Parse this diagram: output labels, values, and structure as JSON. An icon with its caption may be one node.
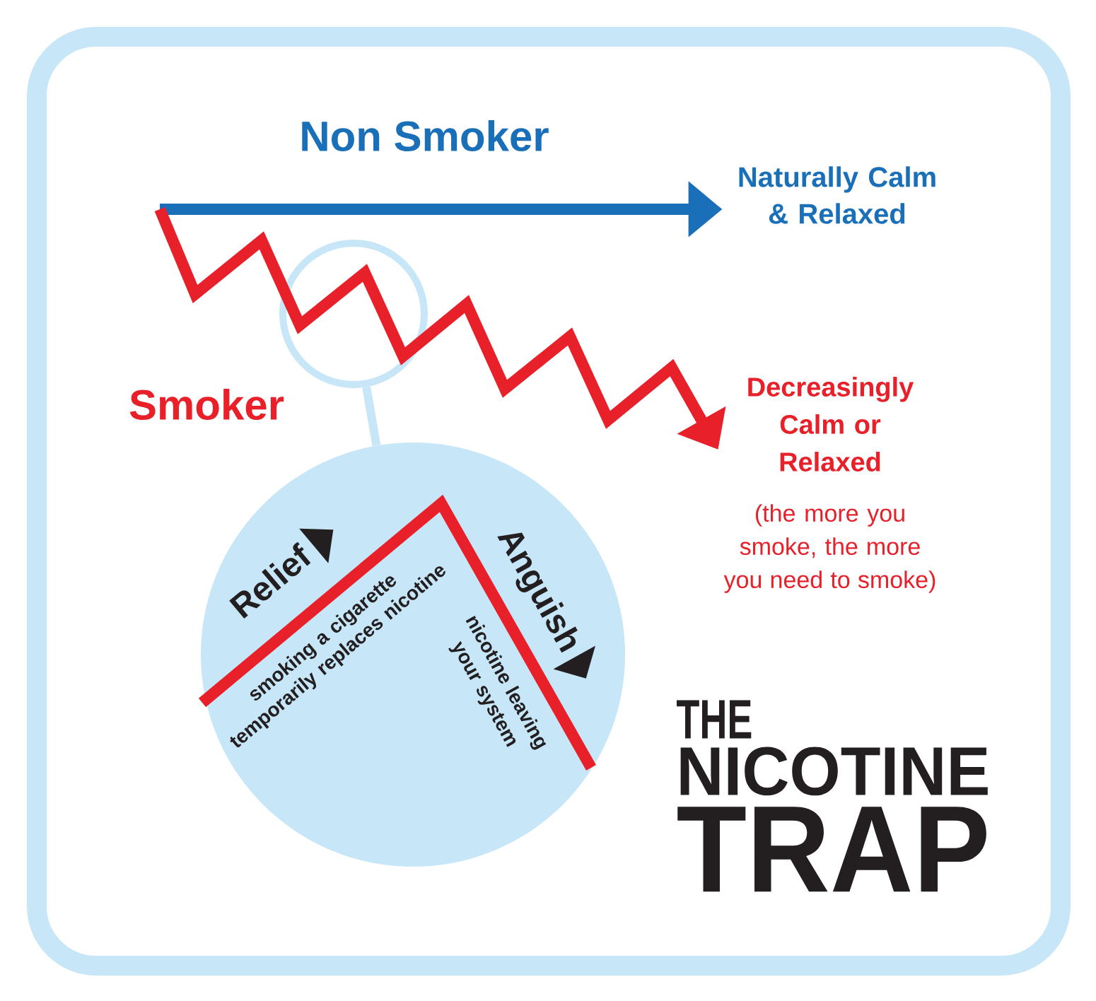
{
  "diagram": {
    "title": "THE NICOTINE TRAP",
    "nodes": [
      {
        "text": [
          "Naturally Calm & Relaxed"
        ]
      },
      {
        "text": [],
        "shape": "circle"
      },
      {
        "text": [
          "Decreasingly Calm or Relaxed",
          "(the more you smoke, the more you need to smoke)"
        ]
      },
      {
        "text": [
          "Relief",
          "smoking a cigarette temporarily replaces nicotine",
          "Anguish",
          "nicotine leaving your system"
        ]
      }
    ],
    "edges": [
      {
        "from": null,
        "to": 0,
        "arrow": "to",
        "color": "#1a70b8"
      },
      {
        "from": null,
        "to": 2,
        "arrow": "to",
        "color": "#e8202a"
      },
      {
        "from": 1,
        "to": 3,
        "arrow": "none",
        "color": "#c7e6f8"
      }
    ],
    "labels": [
      "Non Smoker",
      "Smoker"
    ]
  }
}
